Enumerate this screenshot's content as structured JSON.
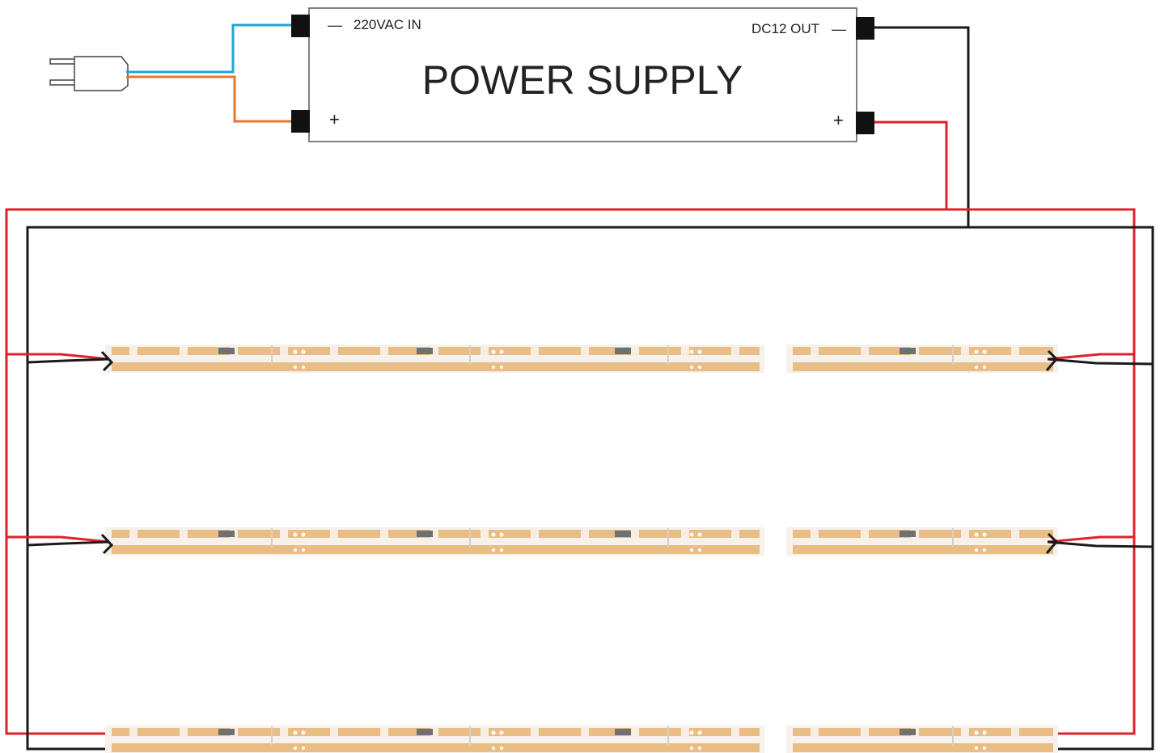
{
  "power_supply": {
    "title": "POWER SUPPLY",
    "input_label": "220VAC IN",
    "output_label": "DC12 OUT",
    "minus_symbol": "—",
    "plus_symbol": "+"
  },
  "colors": {
    "ac_wire_1": "#1ea5d8",
    "ac_wire_2": "#e8762d",
    "dc_positive": "#e0202b",
    "dc_negative": "#1a1a1a",
    "strip_pcb": "#e9bd86",
    "strip_pad": "#f8ede0",
    "led_chip": "#707070",
    "terminal": "#111111",
    "box_border": "#555555"
  },
  "led_strips": {
    "rows": 3,
    "segments_per_row": 2
  }
}
